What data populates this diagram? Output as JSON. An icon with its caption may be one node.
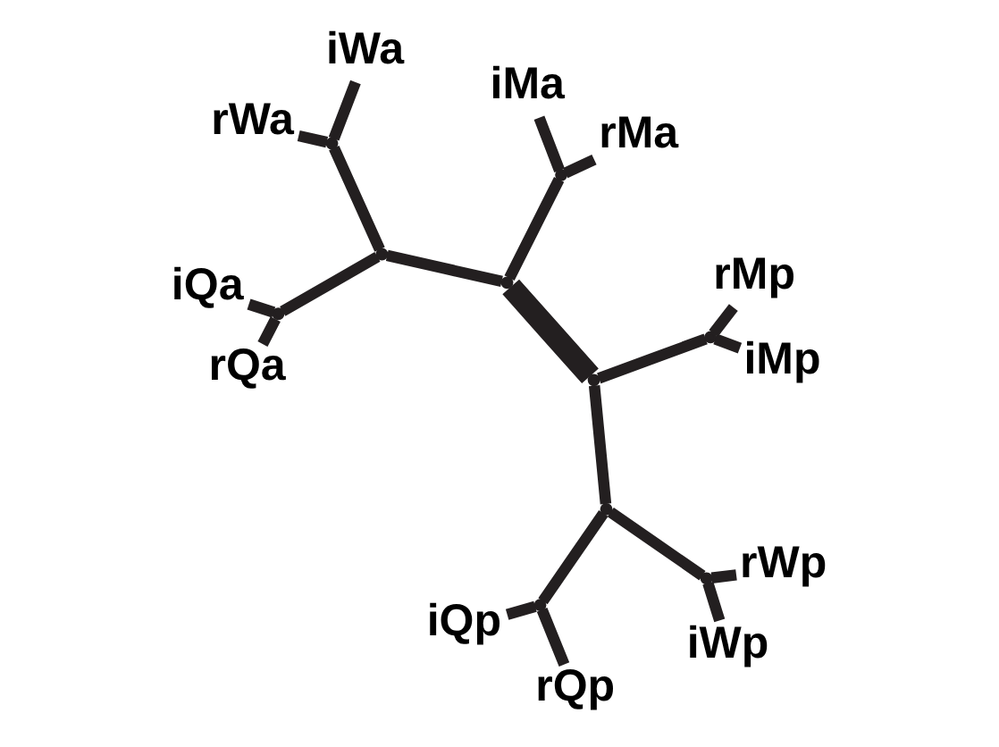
{
  "diagram": {
    "nodes": [
      {
        "text": [
          "iMa"
        ]
      },
      {
        "text": [
          "rMa"
        ]
      },
      {
        "text": [
          "iMp"
        ]
      },
      {
        "text": [
          "rMp"
        ]
      },
      {
        "text": [
          "iWa"
        ]
      },
      {
        "text": [
          "rWp"
        ]
      },
      {
        "text": [
          "rWa"
        ]
      },
      {
        "text": [
          "iWp"
        ]
      },
      {
        "text": [
          "iQa"
        ]
      },
      {
        "text": [
          "rQa"
        ]
      },
      {
        "text": [
          "rQp"
        ]
      },
      {
        "text": [
          "iQp"
        ]
      },
      {
        "text": [],
        "shape": "point"
      },
      {
        "text": [],
        "shape": "point"
      },
      {
        "text": [],
        "shape": "point"
      },
      {
        "text": [],
        "shape": "point"
      },
      {
        "text": [],
        "shape": "point"
      },
      {
        "text": [],
        "shape": "point"
      },
      {
        "text": [],
        "shape": "point"
      },
      {
        "text": [],
        "shape": "point"
      },
      {
        "text": [],
        "shape": "point"
      },
      {
        "text": [],
        "shape": "point"
      }
    ],
    "edges": [
      {
        "from": 14,
        "to": 15,
        "arrow": "none",
        "style": "thick"
      },
      {
        "from": 14,
        "to": 12,
        "arrow": "none"
      },
      {
        "from": 12,
        "to": 0,
        "arrow": "none"
      },
      {
        "from": 12,
        "to": 1,
        "arrow": "none"
      },
      {
        "from": 14,
        "to": 19,
        "arrow": "none"
      },
      {
        "from": 19,
        "to": 17,
        "arrow": "none"
      },
      {
        "from": 17,
        "to": 4,
        "arrow": "none"
      },
      {
        "from": 17,
        "to": 6,
        "arrow": "none"
      },
      {
        "from": 19,
        "to": 20,
        "arrow": "none"
      },
      {
        "from": 20,
        "to": 8,
        "arrow": "none"
      },
      {
        "from": 20,
        "to": 9,
        "arrow": "none"
      },
      {
        "from": 15,
        "to": 13,
        "arrow": "none"
      },
      {
        "from": 13,
        "to": 2,
        "arrow": "none"
      },
      {
        "from": 13,
        "to": 3,
        "arrow": "none"
      },
      {
        "from": 15,
        "to": 18,
        "arrow": "none"
      },
      {
        "from": 18,
        "to": 16,
        "arrow": "none"
      },
      {
        "from": 16,
        "to": 5,
        "arrow": "none"
      },
      {
        "from": 16,
        "to": 7,
        "arrow": "none"
      },
      {
        "from": 18,
        "to": 21,
        "arrow": "none"
      },
      {
        "from": 21,
        "to": 10,
        "arrow": "none"
      },
      {
        "from": 21,
        "to": 11,
        "arrow": "none"
      }
    ]
  }
}
